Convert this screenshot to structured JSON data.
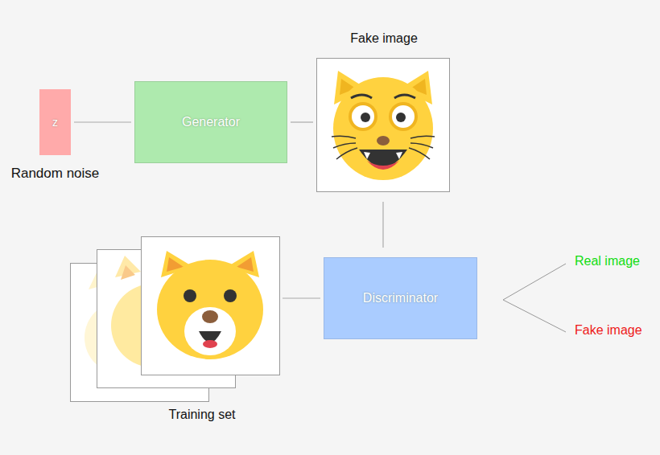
{
  "diagram": {
    "nodes": [
      {
        "text": [
          "z",
          "Random noise"
        ]
      },
      {
        "text": [
          "Generator"
        ]
      },
      {
        "text": [
          "Fake image"
        ]
      },
      {
        "text": [
          "Training set"
        ]
      },
      {
        "text": [
          "Discriminator"
        ]
      }
    ],
    "edges": [
      {
        "from": 0,
        "to": 1,
        "arrow": "none"
      },
      {
        "from": 1,
        "to": 2,
        "arrow": "none"
      },
      {
        "from": 2,
        "to": 4,
        "arrow": "none"
      },
      {
        "from": 3,
        "to": 4,
        "arrow": "none"
      }
    ],
    "labels": [
      "Real image",
      "Fake image"
    ]
  }
}
